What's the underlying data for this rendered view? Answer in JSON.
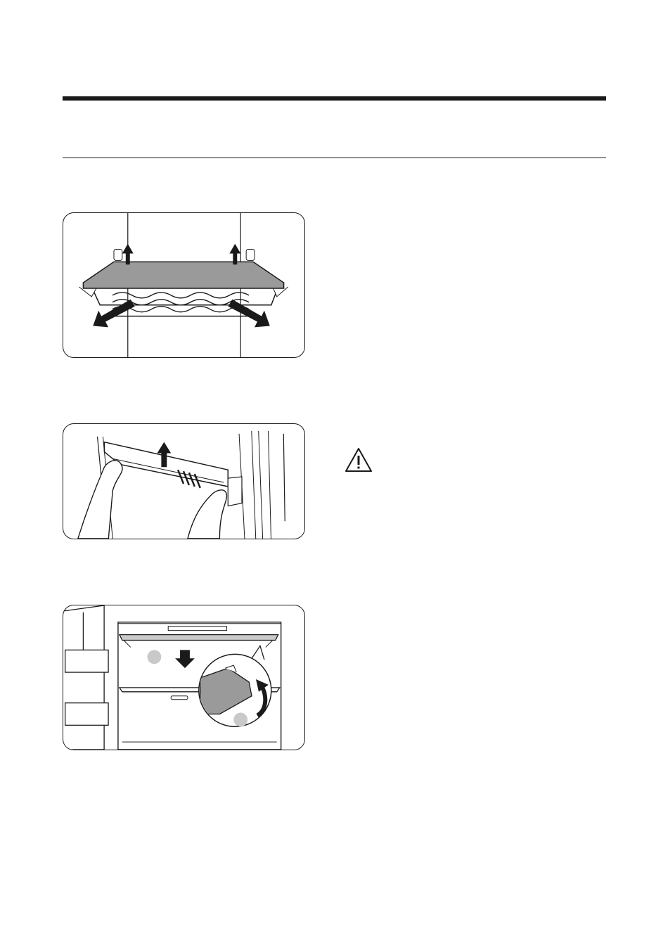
{
  "colors": {
    "ink": "#1a1a1a",
    "shelf_fill": "#9a9a9a",
    "badge_fill": "#c9c9c9",
    "paper": "#ffffff"
  },
  "figures": [
    {
      "id": "shelf-removal",
      "callouts": []
    },
    {
      "id": "door-bin-removal",
      "callouts": []
    },
    {
      "id": "freezer-shelf-removal",
      "callouts": [
        "",
        ""
      ]
    }
  ],
  "icons": {
    "caution": "warning-triangle-icon"
  }
}
